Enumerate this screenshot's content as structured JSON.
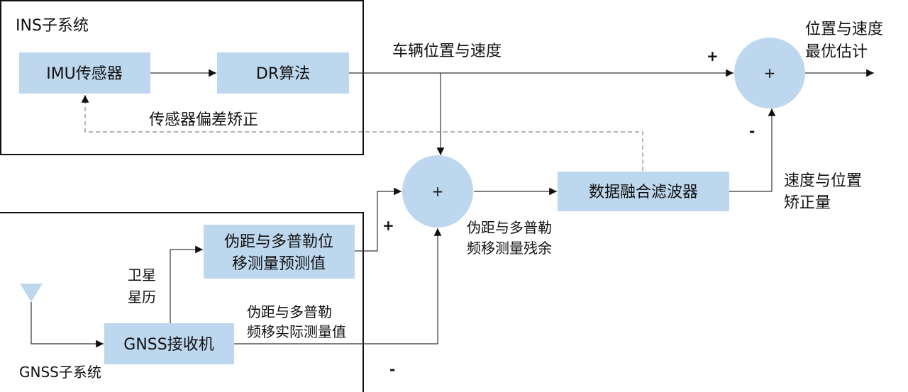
{
  "colors": {
    "block": "#bdd7ee",
    "line": "#333333"
  },
  "ins": {
    "title": "INS子系统",
    "imu": "IMU传感器",
    "dr": "DR算法",
    "feedback": "传感器偏差矫正"
  },
  "gnss": {
    "title": "GNSS子系统",
    "receiver": "GNSS接收机",
    "ephemeris": [
      "卫星",
      "星历"
    ],
    "predicted": [
      "伪距与多普勒位",
      "移测量预测值"
    ],
    "measured": [
      "伪距与多普勒",
      "频移实际测量值"
    ]
  },
  "signals": {
    "vehicle": "车辆位置与速度",
    "residual": [
      "伪距与多普勒",
      "频移测量残余"
    ],
    "correction": [
      "速度与位置",
      "矫正量"
    ],
    "output": [
      "位置与速度",
      "最优估计"
    ]
  },
  "filter": "数据融合滤波器",
  "sum_symbol": "+",
  "signs": {
    "plus": "+",
    "minus": "-"
  }
}
